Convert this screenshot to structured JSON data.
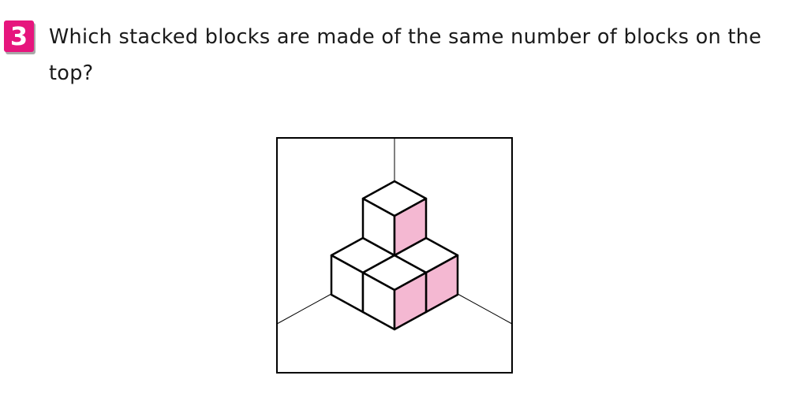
{
  "question": {
    "number": "3",
    "text": "Which stacked blocks are made of the same number of blocks on the top?"
  },
  "figure": {
    "block_count": 4,
    "colors": {
      "shaded_face": "#f4b8d2",
      "outline": "#000000",
      "badge": "#e6157d"
    }
  }
}
